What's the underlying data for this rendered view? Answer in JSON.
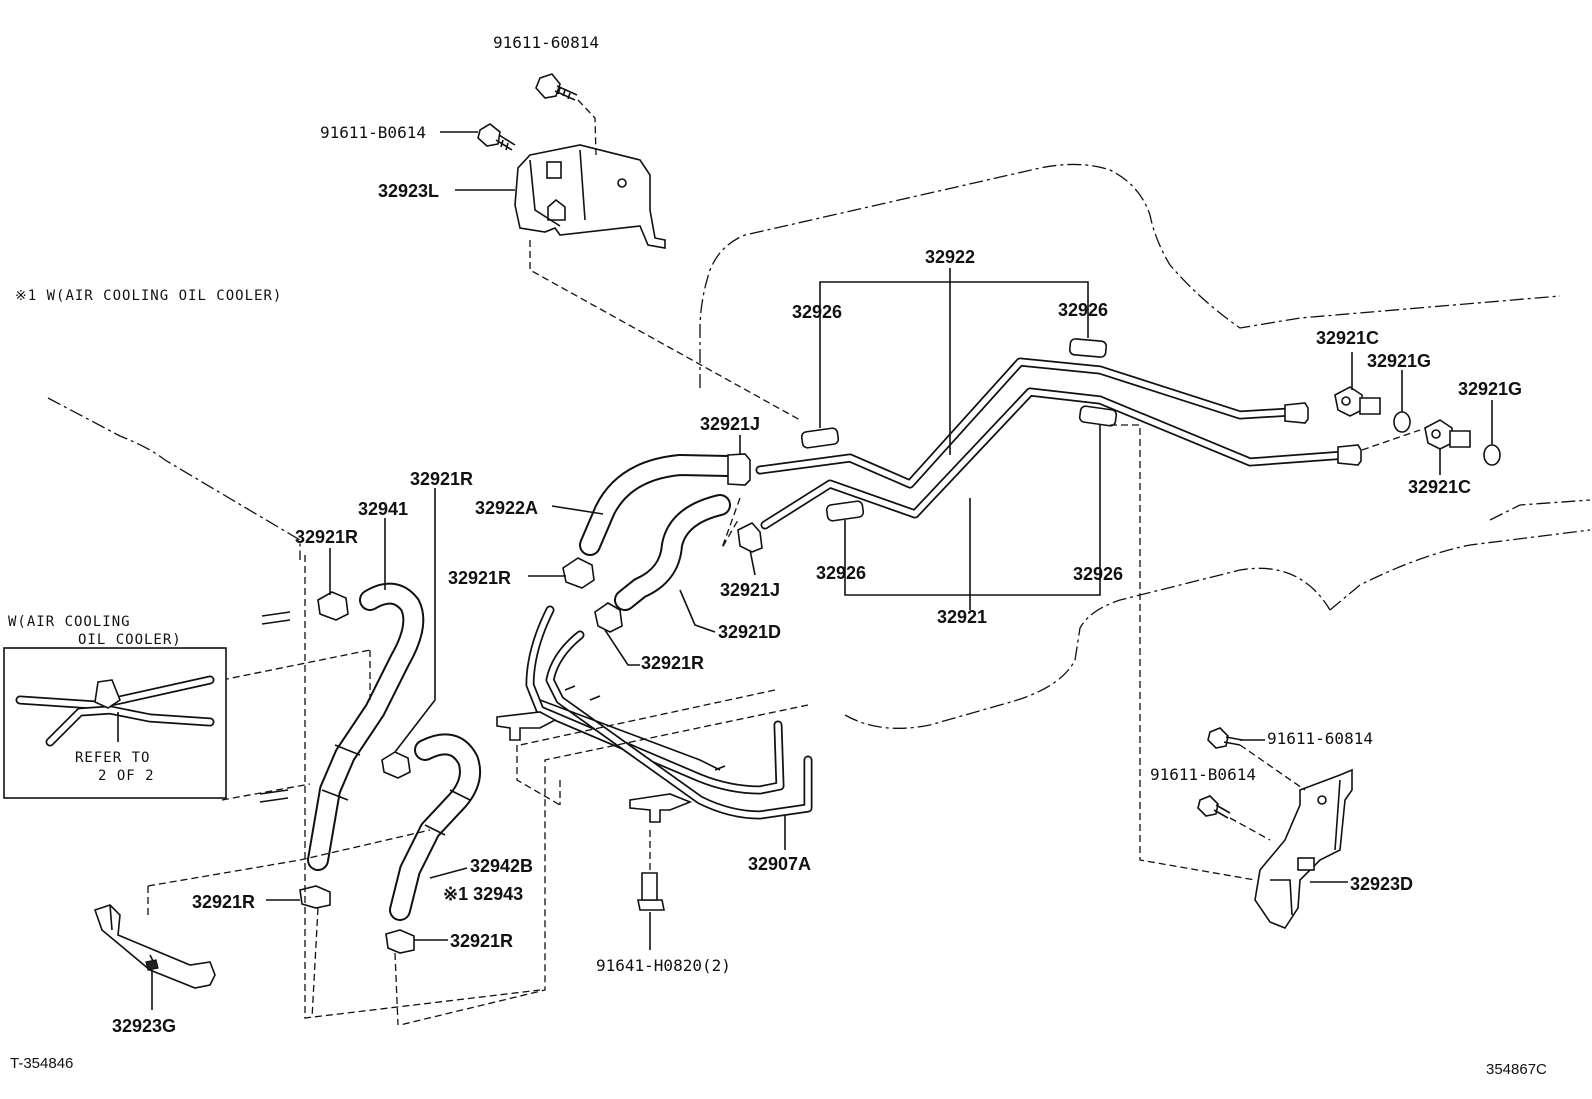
{
  "labels": {
    "bolt_top": "91611-60814",
    "bolt_b0614_top": "91611-B0614",
    "bracket_l": "32923L",
    "note_air_cooling": "※1 W(AIR COOLING OIL COOLER)",
    "inset_title_1": "W(AIR COOLING",
    "inset_title_2": "OIL COOLER)",
    "inset_refer_1": "REFER TO",
    "inset_refer_2": "2 OF 2",
    "tube_assy_32922": "32922",
    "grommet_32926_a": "32926",
    "grommet_32926_b": "32926",
    "grommet_32926_c": "32926",
    "grommet_32926_d": "32926",
    "union_32921c_top": "32921C",
    "gasket_32921g_a": "32921G",
    "gasket_32921g_b": "32921G",
    "union_32921c_bottom": "32921C",
    "clamp_32921j_top": "32921J",
    "clamp_32921j_bottom": "32921J",
    "hose_32922a": "32922A",
    "clamp_32921r_mid": "32921R",
    "hose_32921d": "32921D",
    "clamp_32921r_lower_mid": "32921R",
    "tube_assy_32921": "32921",
    "clamp_32921r_top_center": "32921R",
    "hose_32941": "32941",
    "clamp_32921r_left": "32921R",
    "hose_32942b": "32942B",
    "hose_32943": "※1 32943",
    "clamp_32921r_bottom_left": "32921R",
    "clamp_32921r_bottom": "32921R",
    "bracket_32923g": "32923G",
    "pipe_32907a": "32907A",
    "bolt_h0820": "91641-H0820(2)",
    "bolt_60814_right": "91611-60814",
    "bolt_b0614_right": "91611-B0614",
    "bracket_32923d": "32923D"
  },
  "footer": {
    "left_code": "T-354846",
    "right_code": "354867C"
  }
}
